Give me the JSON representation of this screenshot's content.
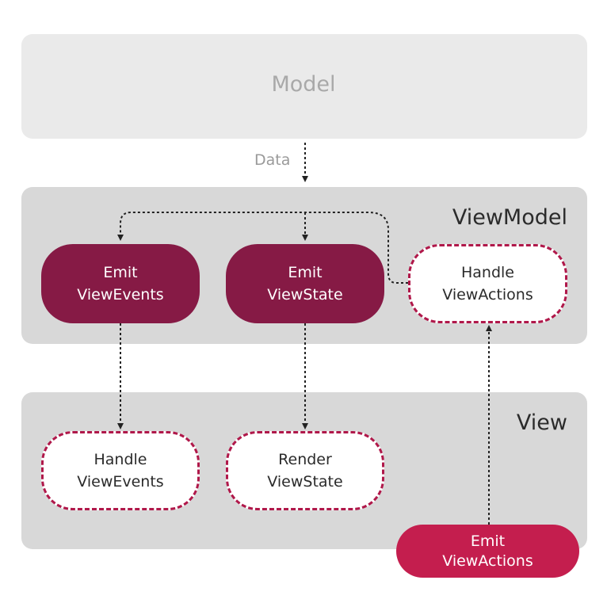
{
  "model": {
    "title": "Model"
  },
  "viewmodel": {
    "title": "ViewModel"
  },
  "view": {
    "title": "View"
  },
  "edges": {
    "data_label": "Data"
  },
  "nodes": {
    "emit_view_events": "Emit\nViewEvents",
    "emit_view_state": "Emit\nViewState",
    "handle_view_actions": "Handle\nViewActions",
    "handle_view_events": "Handle\nViewEvents",
    "render_view_state": "Render\nViewState",
    "emit_view_actions": "Emit\nViewActions"
  },
  "colors": {
    "primary": "#861a45",
    "accent": "#c41e4e",
    "dashed_border": "#b0184a",
    "panel_gray": "#d8d8d8",
    "model_gray": "#eaeaea"
  }
}
